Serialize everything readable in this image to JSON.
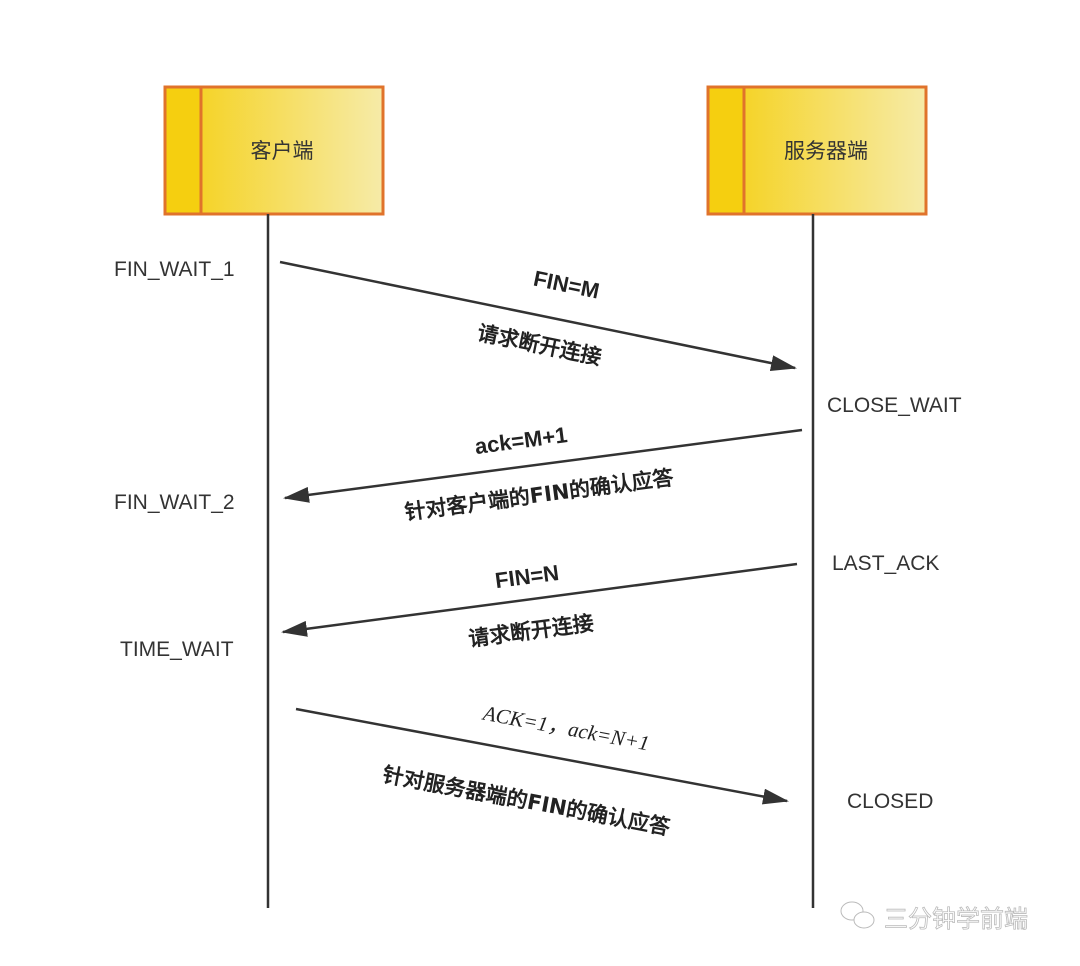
{
  "participants": {
    "client": "客户端",
    "server": "服务器端"
  },
  "colors": {
    "box_border": "#e0732b",
    "box_fill_dark": "#f5cf10",
    "box_fill_light": "#f6eba8",
    "line": "#333333"
  },
  "client_states": [
    "FIN_WAIT_1",
    "FIN_WAIT_2",
    "TIME_WAIT"
  ],
  "server_states": [
    "CLOSE_WAIT",
    "LAST_ACK",
    "CLOSED"
  ],
  "messages": [
    {
      "direction": "client-to-server",
      "top": "FIN=M",
      "bottom": "请求断开连接"
    },
    {
      "direction": "server-to-client",
      "top": "ack=M+1",
      "bottom": "针对客户端的FIN的确认应答"
    },
    {
      "direction": "server-to-client",
      "top": "FIN=N",
      "bottom": "请求断开连接"
    },
    {
      "direction": "client-to-server",
      "top": "ACK=1，ack=N+1",
      "bottom": "针对服务器端的FIN的确认应答"
    }
  ],
  "watermark": "三分钟学前端"
}
